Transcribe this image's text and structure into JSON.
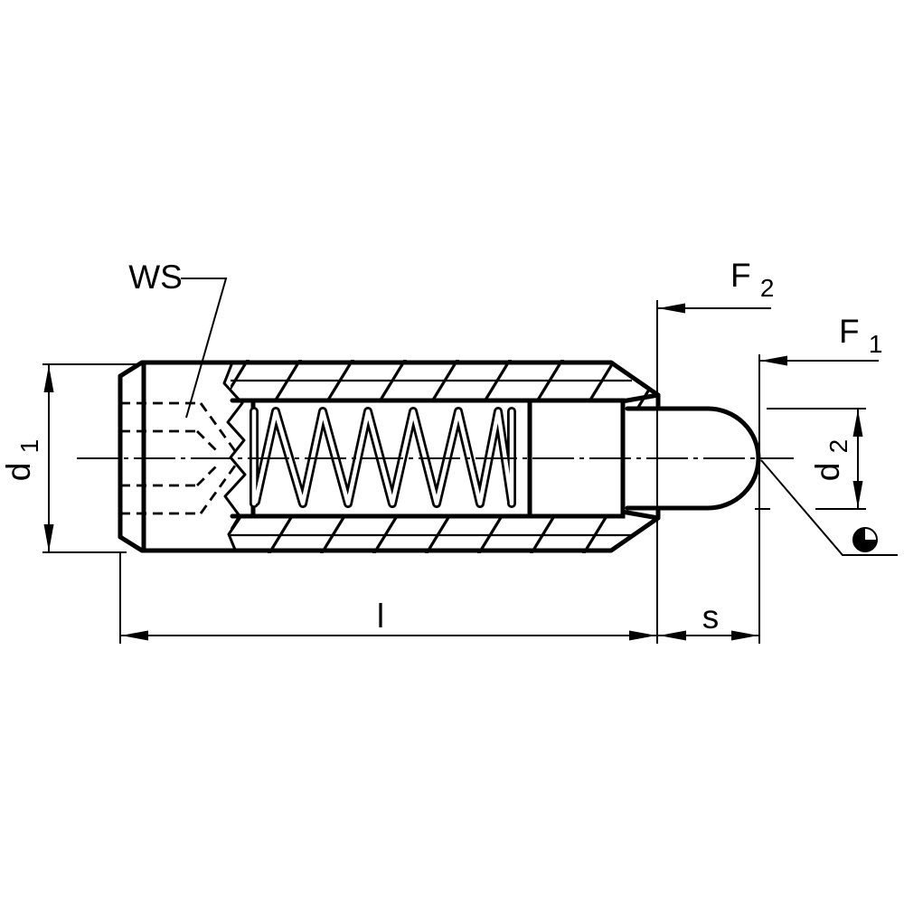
{
  "drawing": {
    "colors": {
      "line": "#000000",
      "background": "#ffffff"
    },
    "labels": {
      "hex_socket": "WS",
      "force_inner_main": "F",
      "force_inner_sub": "2",
      "force_outer_main": "F",
      "force_outer_sub": "1",
      "body_diameter_main": "d",
      "body_diameter_sub": "1",
      "pin_diameter_main": "d",
      "pin_diameter_sub": "2",
      "body_length": "l",
      "stroke_travel": "s"
    }
  }
}
